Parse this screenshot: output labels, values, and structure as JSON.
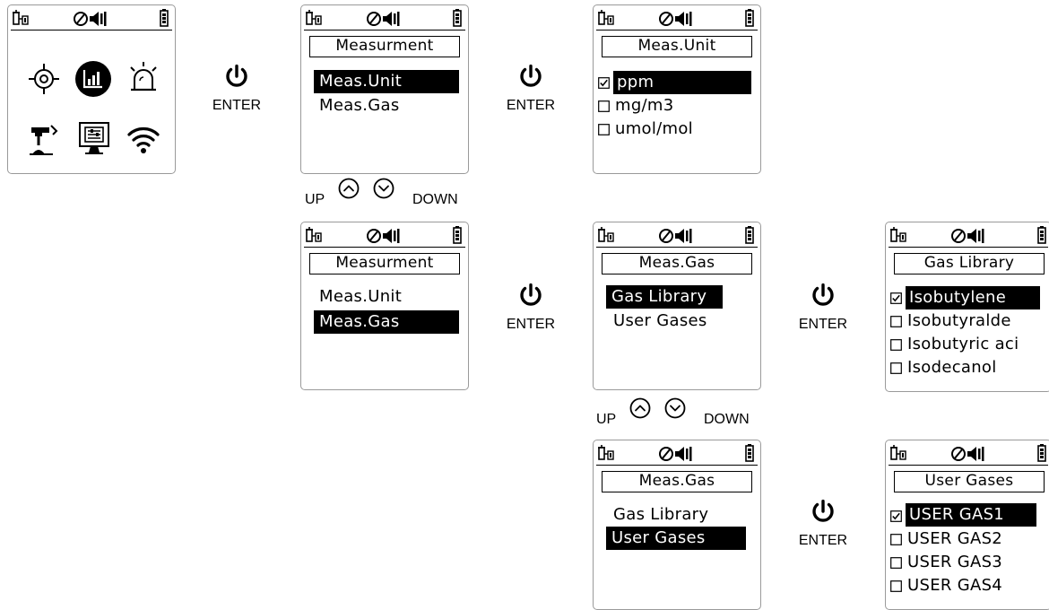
{
  "enter_label": "ENTER",
  "nav": {
    "up": "UP",
    "down": "DOWN"
  },
  "main_menu": {
    "icons": [
      "target-icon",
      "chart-icon",
      "alarm-icon",
      "calibration-icon",
      "settings-monitor-icon",
      "wifi-icon"
    ],
    "selected": "chart-icon"
  },
  "screens": {
    "measurement_unit": {
      "title": "Measurment",
      "items": [
        "Meas.Unit",
        "Meas.Gas"
      ],
      "selected": 0
    },
    "meas_unit": {
      "title": "Meas.Unit",
      "options": [
        "ppm",
        "mg/m3",
        "umol/mol"
      ],
      "checked": 0
    },
    "measurement_gas": {
      "title": "Measurment",
      "items": [
        "Meas.Unit",
        "Meas.Gas"
      ],
      "selected": 1
    },
    "meas_gas_library": {
      "title": "Meas.Gas",
      "items": [
        "Gas Library",
        "User Gases"
      ],
      "selected": 0
    },
    "gas_library": {
      "title": "Gas Library",
      "options": [
        "Isobutylene",
        "Isobutyralde",
        "Isobutyric aci",
        "Isodecanol"
      ],
      "checked": 0
    },
    "meas_gas_user": {
      "title": "Meas.Gas",
      "items": [
        "Gas Library",
        "User Gases"
      ],
      "selected": 1
    },
    "user_gases": {
      "title": "User Gases",
      "options": [
        "USER GAS1",
        "USER GAS2",
        "USER GAS3",
        "USER GAS4"
      ],
      "checked": 0
    }
  }
}
